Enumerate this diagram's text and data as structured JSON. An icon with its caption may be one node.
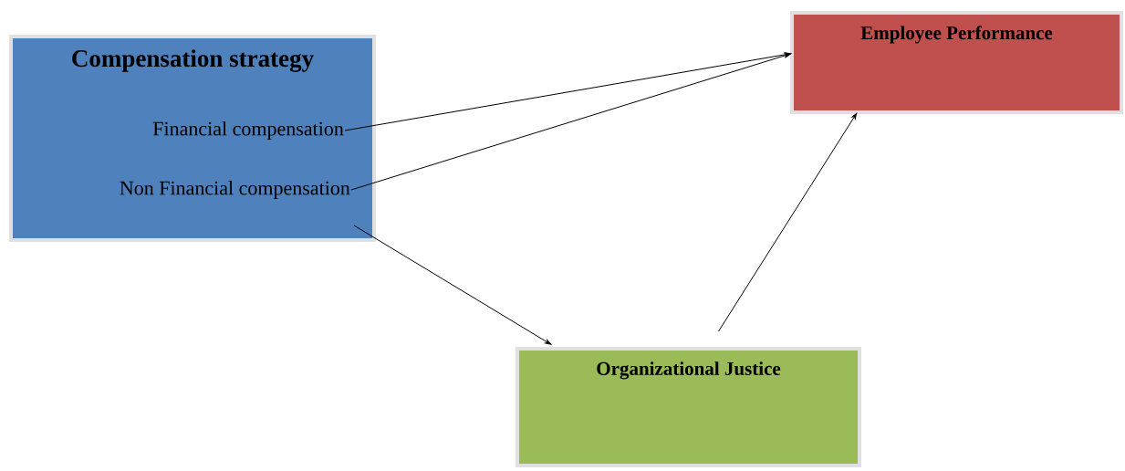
{
  "diagram": {
    "nodes": [
      {
        "text": [
          "Compensation strategy"
        ]
      },
      {
        "text": [
          "Financial compensation"
        ],
        "in": 0
      },
      {
        "text": [
          "Non Financial compensation"
        ],
        "in": 0
      },
      {
        "text": [
          "Employee Performance"
        ]
      },
      {
        "text": [
          "Organizational Justice"
        ]
      }
    ],
    "edges": [
      {
        "from": 1,
        "to": 3,
        "arrow": "to"
      },
      {
        "from": 2,
        "to": 3,
        "arrow": "to"
      },
      {
        "from": 0,
        "to": 4,
        "arrow": "to"
      },
      {
        "from": 4,
        "to": 3,
        "arrow": "to"
      }
    ]
  }
}
